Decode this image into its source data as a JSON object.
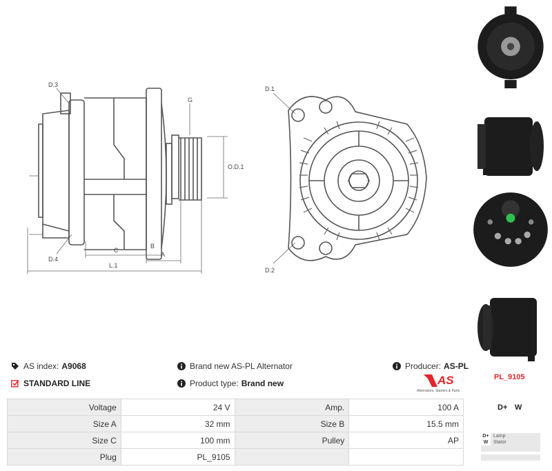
{
  "drawing_labels": {
    "d3": "D.3",
    "d4": "D.4",
    "g": "G",
    "od1": "O.D.1",
    "c": "C",
    "b": "B",
    "a": "A",
    "l1": "L.1",
    "d1": "D.1",
    "d2": "D.2"
  },
  "info": {
    "as_index_label": "AS index:",
    "as_index_value": "A9068",
    "description": "Brand new AS-PL Alternator",
    "producer_label": "Producer:",
    "producer_value": "AS-PL",
    "line_label": "STANDARD LINE",
    "product_type_label": "Product type:",
    "product_type_value": "Brand new",
    "logo_text": "AS",
    "logo_tagline": "Alternators, Starters & Parts"
  },
  "specs": [
    {
      "label1": "Voltage",
      "value1": "24 V",
      "label2": "Amp.",
      "value2": "100 A"
    },
    {
      "label1": "Size A",
      "value1": "32 mm",
      "label2": "Size B",
      "value2": "15.5 mm"
    },
    {
      "label1": "Size C",
      "value1": "100 mm",
      "label2": "Pulley",
      "value2": "AP"
    },
    {
      "label1": "Plug",
      "value1": "PL_9105",
      "label2": "",
      "value2": ""
    }
  ],
  "plug": {
    "code": "PL_9105",
    "terminal_1": "D+",
    "terminal_2": "W",
    "legend": [
      {
        "key": "D+",
        "value": "Lamp"
      },
      {
        "key": "W",
        "value": "Stator"
      }
    ]
  },
  "colors": {
    "accent_red": "#e3262c",
    "label_cell_bg": "#ededed",
    "border": "#d8d8d8"
  }
}
